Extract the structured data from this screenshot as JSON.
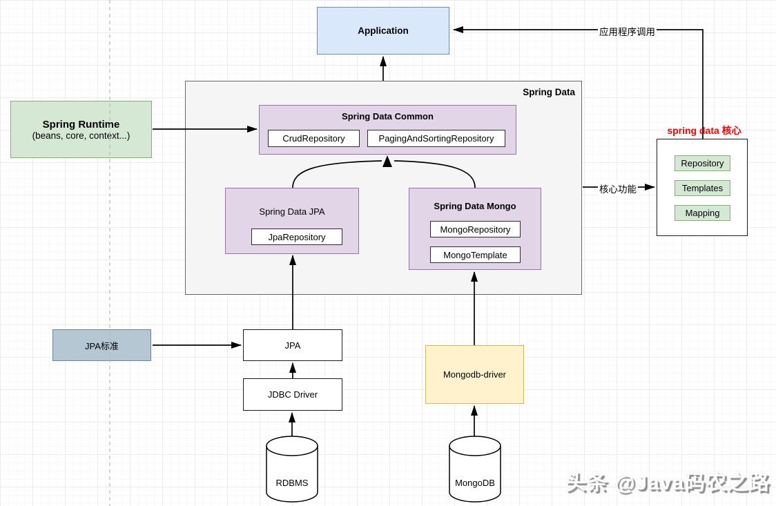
{
  "app": {
    "label": "Application"
  },
  "spring_data": {
    "label": "Spring Data",
    "common": {
      "title": "Spring Data Common",
      "items": [
        "CrudRepository",
        "PagingAndSortingRepository"
      ]
    },
    "jpa": {
      "title": "Spring Data JPA",
      "items": [
        "JpaRepository"
      ]
    },
    "mongo": {
      "title": "Spring Data Mongo",
      "items": [
        "MongoRepository",
        "MongoTemplate"
      ]
    }
  },
  "spring_runtime": {
    "title": "Spring Runtime",
    "subtitle": "(beans, core, context...)"
  },
  "core_panel": {
    "caption": "spring data 核心",
    "items": [
      "Repository",
      "Templates",
      "Mapping"
    ]
  },
  "edge_labels": {
    "app_call": "应用程序调用",
    "core_feature": "核心功能"
  },
  "jpa_stack": {
    "standard": "JPA标准",
    "jpa": "JPA",
    "jdbc": "JDBC Driver",
    "rdbms": "RDBMS"
  },
  "mongo_stack": {
    "driver": "Mongodb-driver",
    "db": "MongoDB"
  },
  "watermark": "头条 @Java码农之路",
  "colors": {
    "app_fill": "#dae8fc",
    "app_border": "#6c8ebf",
    "container_fill": "#f5f5f5",
    "container_border": "#666666",
    "module_fill": "#e1d5e7",
    "module_border": "#9673a6",
    "runtime_fill": "#d5e8d4",
    "runtime_border": "#82b366",
    "driver_fill": "#fff2cc",
    "driver_border": "#d6b656",
    "standard_fill": "#b5c7d3",
    "accent_red": "#ff0000"
  }
}
